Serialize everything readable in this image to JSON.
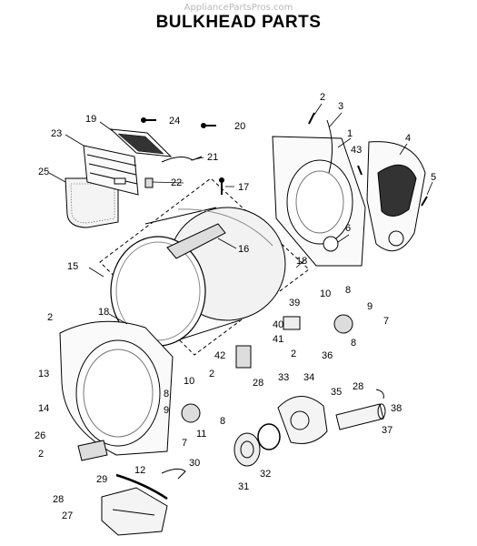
{
  "header": {
    "watermark": "AppliancePartsPros.com",
    "title": "BULKHEAD PARTS"
  },
  "callouts": {
    "c1": "1",
    "c2a": "2",
    "c2b": "2",
    "c2c": "2",
    "c2d": "2",
    "c2e": "2",
    "c3": "3",
    "c4": "4",
    "c5": "5",
    "c6": "6",
    "c7a": "7",
    "c7b": "7",
    "c8a": "8",
    "c8b": "8",
    "c8c": "8",
    "c9": "9",
    "c10a": "10",
    "c10b": "10",
    "c11": "11",
    "c12": "12",
    "c13": "13",
    "c14": "14",
    "c15": "15",
    "c16": "16",
    "c17": "17",
    "c18a": "18",
    "c18b": "18",
    "c19": "19",
    "c20": "20",
    "c21": "21",
    "c22": "22",
    "c23": "23",
    "c24": "24",
    "c25": "25",
    "c26": "26",
    "c27": "27",
    "c28a": "28",
    "c28b": "28",
    "c28c": "28",
    "c29": "29",
    "c30": "30",
    "c31": "31",
    "c32": "32",
    "c33": "33",
    "c34": "34",
    "c35": "35",
    "c36": "36",
    "c37": "37",
    "c38": "38",
    "c39": "39",
    "c40": "40",
    "c41": "41",
    "c42": "42",
    "c43": "43"
  }
}
